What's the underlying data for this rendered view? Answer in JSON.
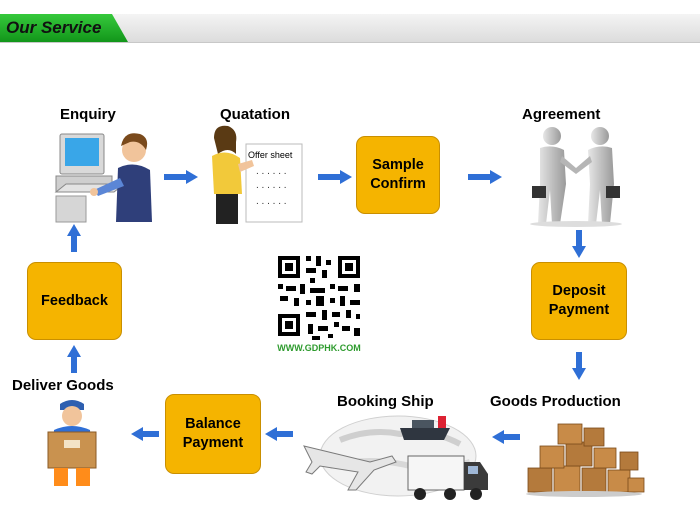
{
  "header": {
    "title": "Our Service"
  },
  "steps": {
    "enquiry": "Enquiry",
    "quatation": "Quatation",
    "offer_sheet": "Offer sheet",
    "sample_confirm": [
      "Sample",
      "Confirm"
    ],
    "agreement": "Agreement",
    "deposit_payment": [
      "Deposit",
      "Payment"
    ],
    "goods_production": "Goods Production",
    "booking_ship": "Booking Ship",
    "balance_payment": [
      "Balance",
      "Payment"
    ],
    "deliver_goods": "Deliver Goods",
    "feedback": "Feedback"
  },
  "qr": {
    "caption": "WWW.GDPHK.COM"
  },
  "colors": {
    "box": "#f5b400",
    "arrow": "#2f6fd6",
    "header_tab": "#1fae25"
  }
}
